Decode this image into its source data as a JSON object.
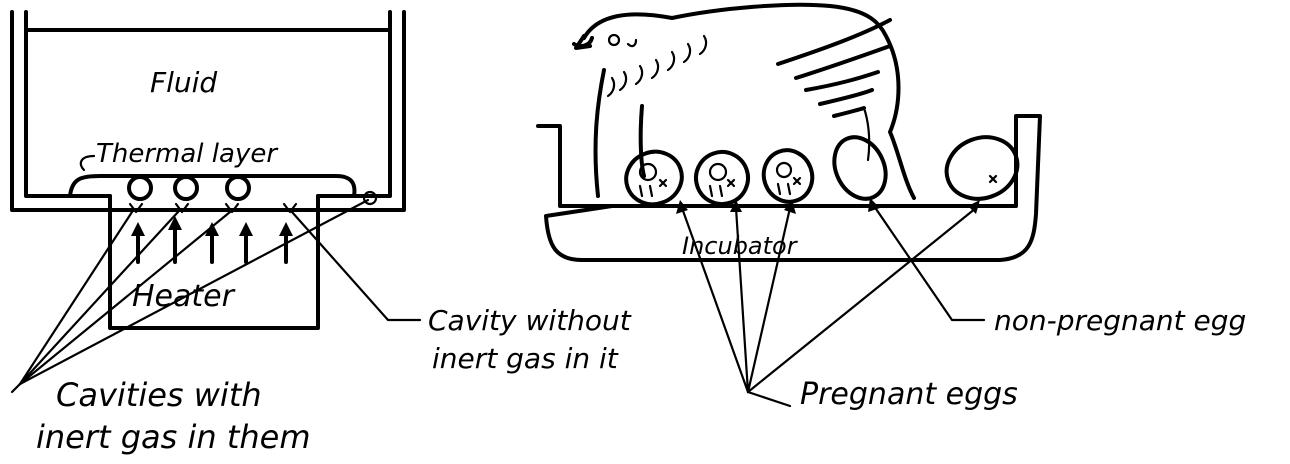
{
  "left_diagram": {
    "labels": {
      "fluid": "Fluid",
      "thermal_layer": "Thermal layer",
      "heater": "Heater",
      "cavity_without_gas_line1": "Cavity without",
      "cavity_without_gas_line2": "inert gas in it",
      "cavities_with_gas_line1": "Cavities with",
      "cavities_with_gas_line2": "inert gas in them"
    }
  },
  "right_diagram": {
    "labels": {
      "incubator": "Incubator",
      "non_pregnant_egg": "non-pregnant egg",
      "pregnant_eggs": "Pregnant eggs"
    }
  }
}
